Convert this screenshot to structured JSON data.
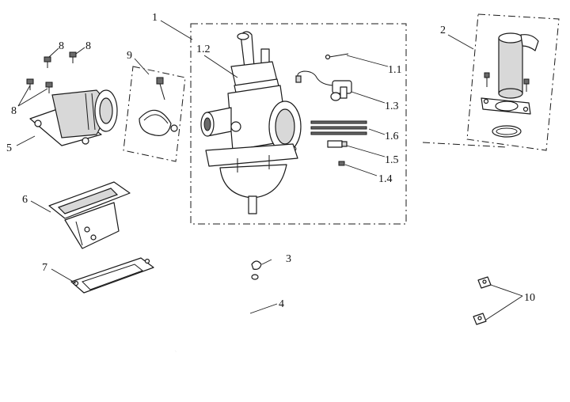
{
  "labels": {
    "l1": "1",
    "l1_1": "1.1",
    "l1_2": "1.2",
    "l1_3": "1.3",
    "l1_4": "1.4",
    "l1_5": "1.5",
    "l1_6": "1.6",
    "l2": "2",
    "l3": "3",
    "l4": "4",
    "l5": "5",
    "l6": "6",
    "l7": "7",
    "l8a": "8",
    "l8b": "8",
    "l8c": "8",
    "l9": "9",
    "l10": "10"
  }
}
